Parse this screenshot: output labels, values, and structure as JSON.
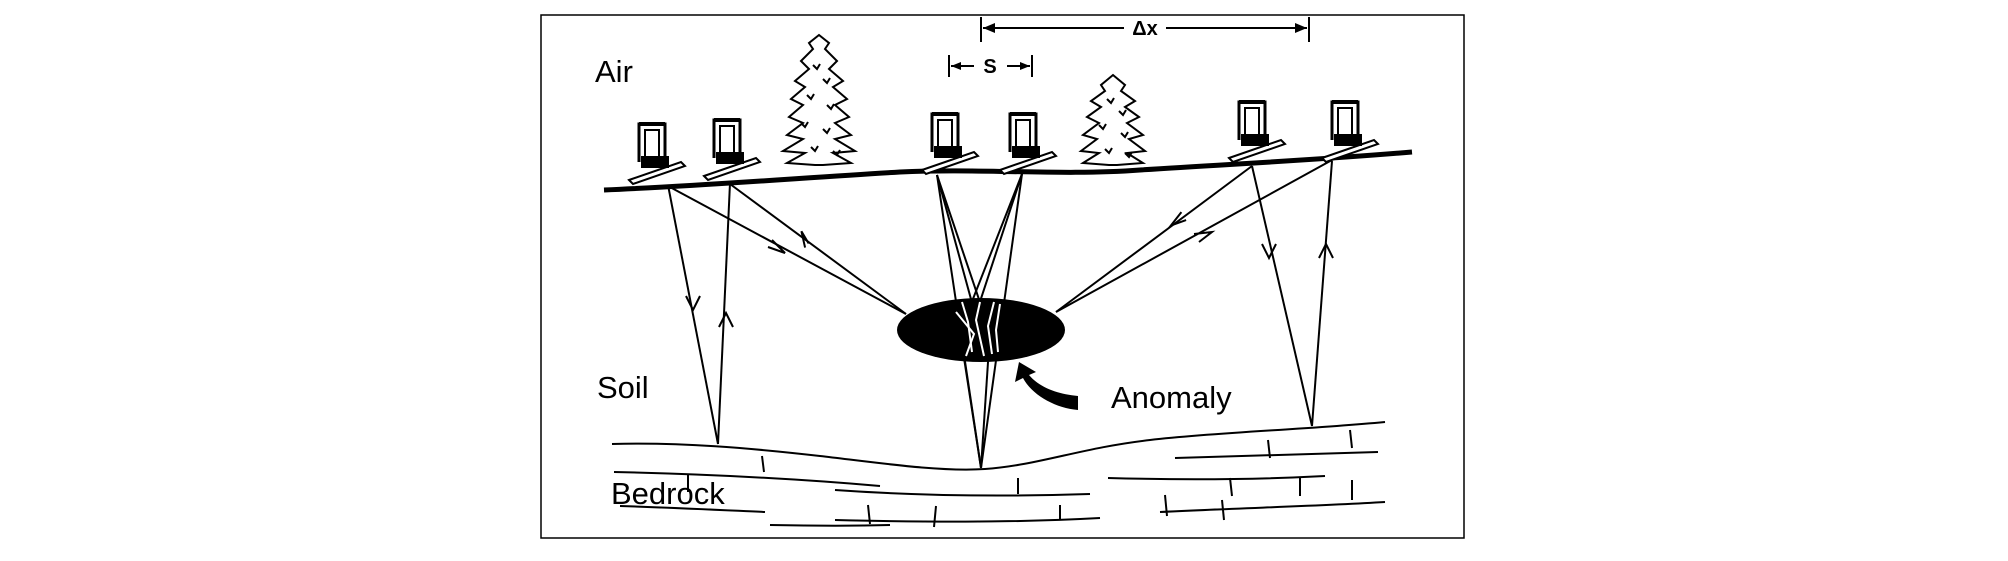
{
  "labels": {
    "air": "Air",
    "soil": "Soil",
    "bedrock": "Bedrock",
    "anomaly": "Anomaly",
    "spacing": "S",
    "delta_x": "Δx"
  },
  "colors": {
    "ink": "#000000",
    "background": "#ffffff"
  }
}
